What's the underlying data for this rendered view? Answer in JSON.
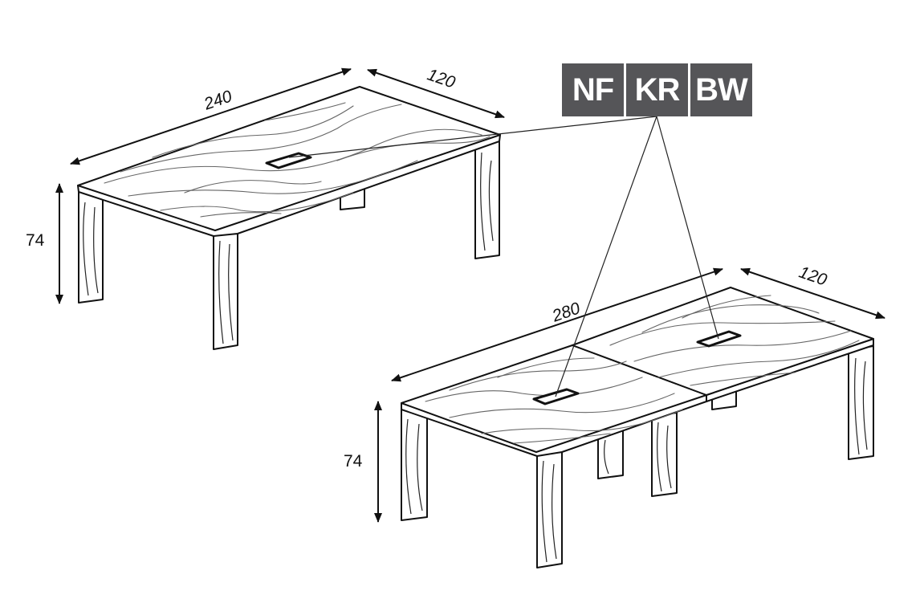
{
  "finish_codes": {
    "nf": "NF",
    "kr": "KR",
    "bw": "BW"
  },
  "table_240": {
    "length_label": "240",
    "depth_label": "120",
    "height_label": "74"
  },
  "table_280": {
    "length_label": "280",
    "depth_label": "120",
    "height_label": "74"
  }
}
